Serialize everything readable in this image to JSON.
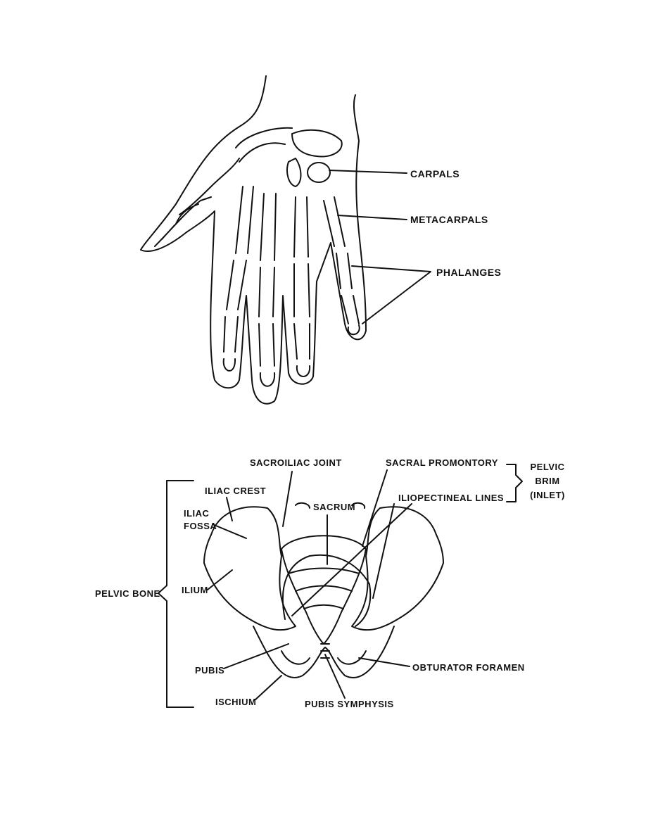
{
  "hand_figure": {
    "labels": {
      "carpals": "CARPALS",
      "metacarpals": "METACARPALS",
      "phalanges": "PHALANGES"
    }
  },
  "pelvis_figure": {
    "labels": {
      "sacroiliac_joint": "SACROILIAC JOINT",
      "sacral_promontory": "SACRAL PROMONTORY",
      "pelvic_brim_line1": "PELVIC",
      "pelvic_brim_line2": "BRIM",
      "pelvic_brim_line3": "(INLET)",
      "iliac_crest": "ILIAC CREST",
      "iliopectineal_lines": "ILIOPECTINEAL LINES",
      "sacrum": "SACRUM",
      "iliac_fossa_line1": "ILIAC",
      "iliac_fossa_line2": "FOSSA",
      "ilium": "ILIUM",
      "pelvic_bone": "PELVIC BONE",
      "pubis": "PUBIS",
      "obturator_foramen": "OBTURATOR FORAMEN",
      "ischium": "ISCHIUM",
      "pubis_symphysis": "PUBIS SYMPHYSIS"
    }
  }
}
